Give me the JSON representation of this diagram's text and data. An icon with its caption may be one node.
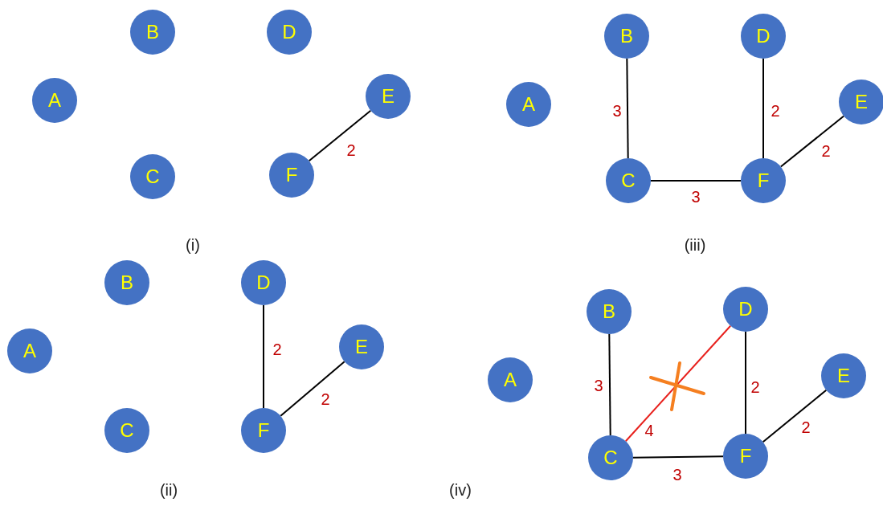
{
  "diagram": {
    "nodes": [
      {
        "text": [
          "A"
        ]
      },
      {
        "text": [
          "B"
        ]
      },
      {
        "text": [
          "C"
        ]
      },
      {
        "text": [
          "D"
        ]
      },
      {
        "text": [
          "E"
        ]
      },
      {
        "text": [
          "F"
        ]
      },
      {
        "text": [
          "A"
        ]
      },
      {
        "text": [
          "B"
        ]
      },
      {
        "text": [
          "C"
        ]
      },
      {
        "text": [
          "D"
        ]
      },
      {
        "text": [
          "E"
        ]
      },
      {
        "text": [
          "F"
        ]
      },
      {
        "text": [
          "A"
        ]
      },
      {
        "text": [
          "B"
        ]
      },
      {
        "text": [
          "C"
        ]
      },
      {
        "text": [
          "D"
        ]
      },
      {
        "text": [
          "E"
        ]
      },
      {
        "text": [
          "F"
        ]
      },
      {
        "text": [
          "A"
        ]
      },
      {
        "text": [
          "B"
        ]
      },
      {
        "text": [
          "C"
        ]
      },
      {
        "text": [
          "D"
        ]
      },
      {
        "text": [
          "E"
        ]
      },
      {
        "text": [
          "F"
        ]
      }
    ],
    "edges": [
      {
        "from": 5,
        "to": 4,
        "arrow": "none",
        "label": "2"
      },
      {
        "from": 7,
        "to": 8,
        "arrow": "none",
        "label": "3"
      },
      {
        "from": 9,
        "to": 11,
        "arrow": "none",
        "label": "2"
      },
      {
        "from": 11,
        "to": 10,
        "arrow": "none",
        "label": "2"
      },
      {
        "from": 8,
        "to": 11,
        "arrow": "none",
        "label": "3"
      },
      {
        "from": 15,
        "to": 17,
        "arrow": "none",
        "label": "2"
      },
      {
        "from": 17,
        "to": 16,
        "arrow": "none",
        "label": "2"
      },
      {
        "from": 19,
        "to": 20,
        "arrow": "none",
        "label": "3"
      },
      {
        "from": 20,
        "to": 21,
        "arrow": "none",
        "label": "4",
        "color": "#e8201c"
      },
      {
        "from": 21,
        "to": 23,
        "arrow": "none",
        "label": "2"
      },
      {
        "from": 23,
        "to": 22,
        "arrow": "none",
        "label": "2"
      },
      {
        "from": 20,
        "to": 23,
        "arrow": "none",
        "label": "3"
      }
    ],
    "labels": [
      "(i)",
      "(iii)",
      "(ii)",
      "(iv)"
    ]
  }
}
